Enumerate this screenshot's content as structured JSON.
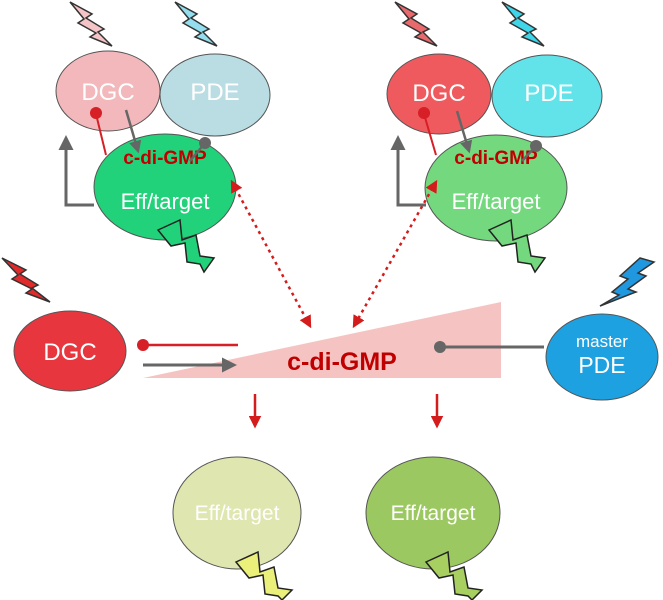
{
  "labels": {
    "dgc": "DGC",
    "pde": "PDE",
    "cdigmp": "c-di-GMP",
    "eff_target": "Eff/target",
    "master": "master"
  },
  "colors": {
    "dgc_left": "#f2b8bb",
    "pde_left": "#b9dde3",
    "eff_left": "#22d27a",
    "dgc_right": "#ef5a5e",
    "pde_right": "#62e3ea",
    "eff_right": "#74d97e",
    "dgc_main": "#e8363f",
    "pde_main": "#1ea1e0",
    "eff_bottom_left": "#dfe6b0",
    "eff_bottom_right": "#9cc861",
    "gradient": "#f5c4c2",
    "inhibit_red": "#d61f26",
    "arrow_red": "#d41c1c",
    "arrow_gray": "#666666"
  }
}
